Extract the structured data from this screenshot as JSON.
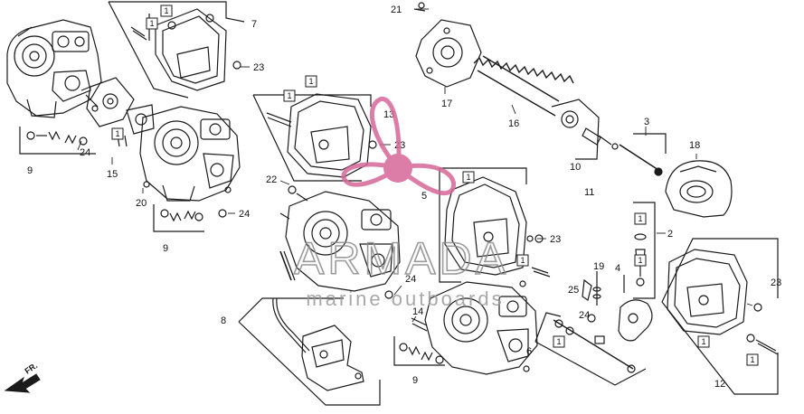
{
  "diagram": {
    "callouts": [
      "21",
      "7",
      "23",
      "13",
      "23",
      "17",
      "16",
      "3",
      "18",
      "10",
      "11",
      "22",
      "23",
      "5",
      "23",
      "2",
      "24",
      "9",
      "15",
      "20",
      "24",
      "9",
      "8",
      "24",
      "14",
      "19",
      "25",
      "4",
      "24",
      "1",
      "6",
      "9",
      "12",
      "23"
    ],
    "box_label": "1",
    "watermark": {
      "brand": "ARMADA",
      "tagline": "marine outboards"
    },
    "direction_label": "FR."
  },
  "colors": {
    "line": "#1a1a1a",
    "watermark_pink": "#d6679a",
    "watermark_gray": "#8a8a8a"
  }
}
